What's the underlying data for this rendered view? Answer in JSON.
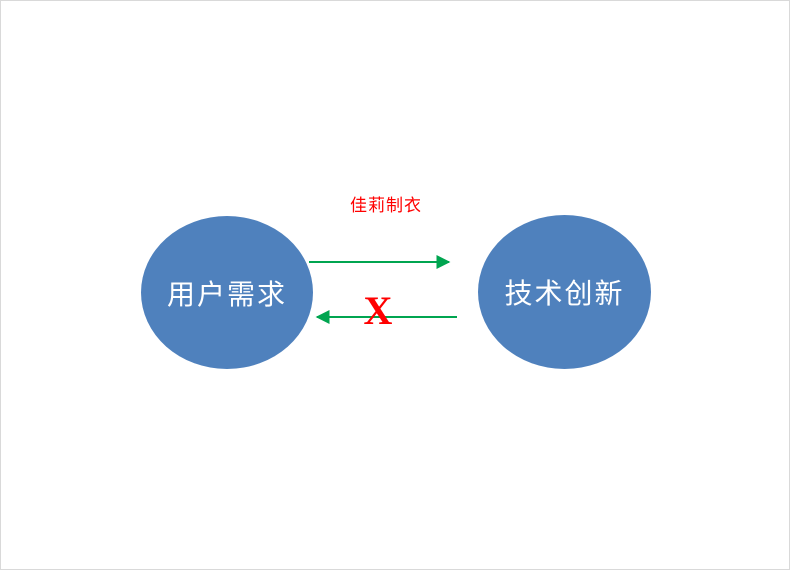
{
  "diagram": {
    "title": "佳莉制衣",
    "left_circle": {
      "label": "用户需求"
    },
    "right_circle": {
      "label": "技术创新"
    },
    "cross_mark": "X"
  },
  "colors": {
    "circle-fill": "#4f81bd",
    "circle-text": "#ffffff",
    "arrow-green": "#00a550",
    "accent-red": "#ff0000",
    "background": "#ffffff"
  }
}
